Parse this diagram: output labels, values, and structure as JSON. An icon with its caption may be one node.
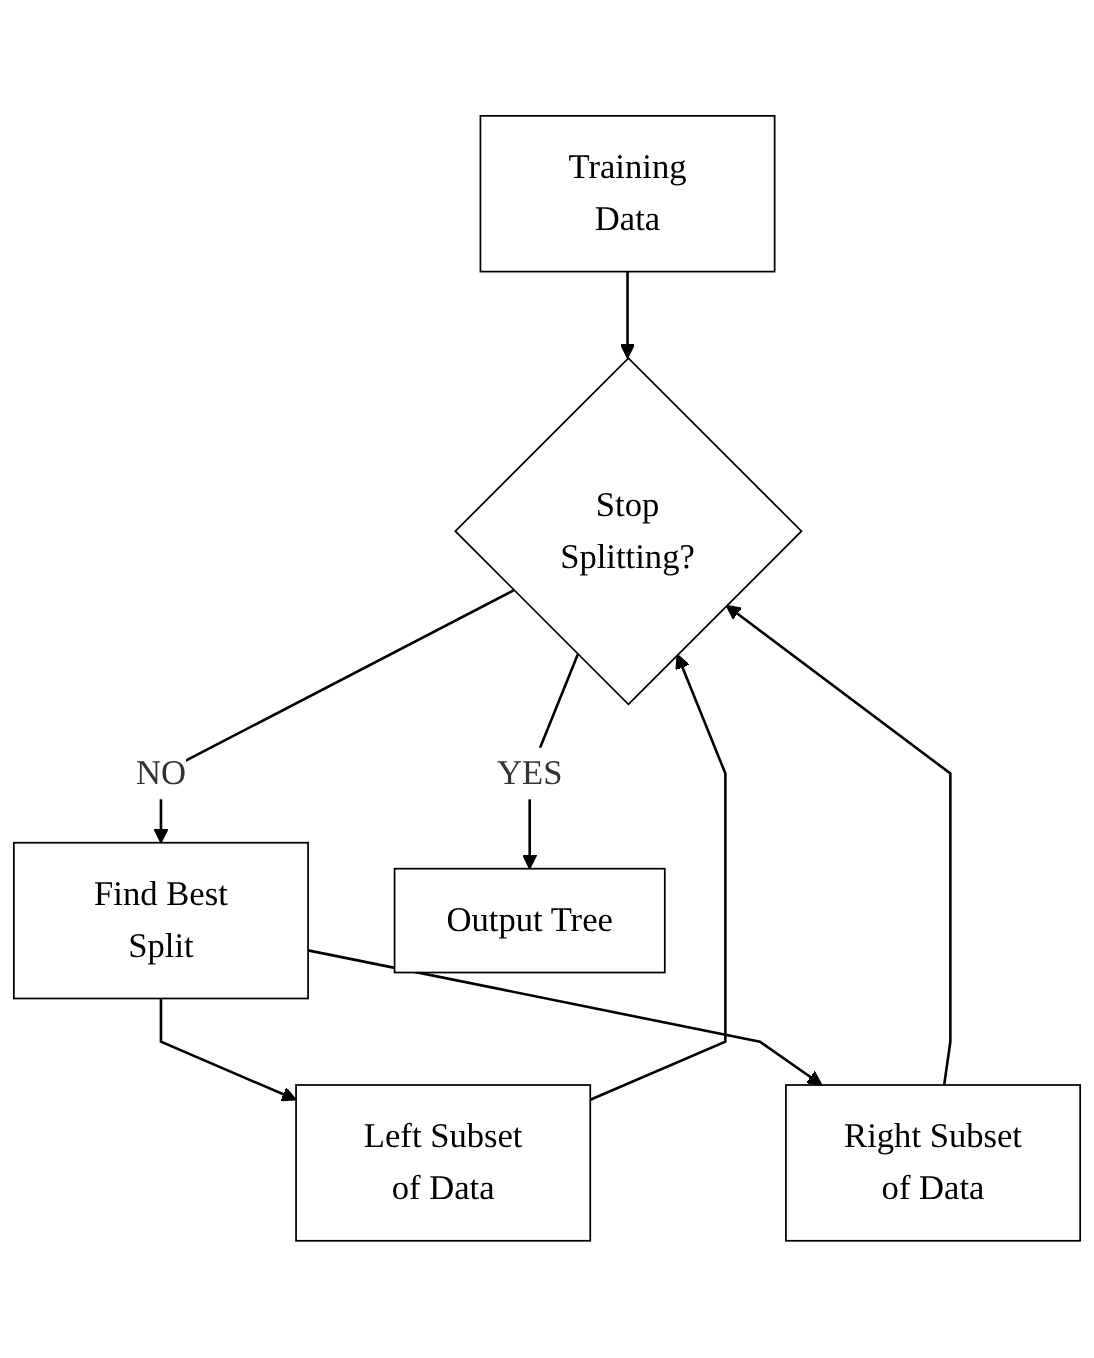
{
  "diagram": {
    "nodes": [
      {
        "text": [
          "Training Data"
        ]
      },
      {
        "text": [
          "Stop Splitting?"
        ]
      },
      {
        "text": [
          "Find Best Split"
        ]
      },
      {
        "text": [
          "Left Subset of Data"
        ]
      },
      {
        "text": [
          "Right Subset of Data"
        ]
      },
      {
        "text": [
          "Output Tree"
        ]
      }
    ],
    "edges": [
      {
        "from": 0,
        "to": 1,
        "arrow": "to"
      },
      {
        "from": 1,
        "to": 2,
        "arrow": "to",
        "label": "NO"
      },
      {
        "from": 1,
        "to": 5,
        "arrow": "to",
        "label": "YES"
      },
      {
        "from": 2,
        "to": 3,
        "arrow": "to"
      },
      {
        "from": 2,
        "to": 4,
        "arrow": "to"
      },
      {
        "from": 3,
        "to": 1,
        "arrow": "to"
      },
      {
        "from": 4,
        "to": 1,
        "arrow": "to"
      }
    ]
  }
}
